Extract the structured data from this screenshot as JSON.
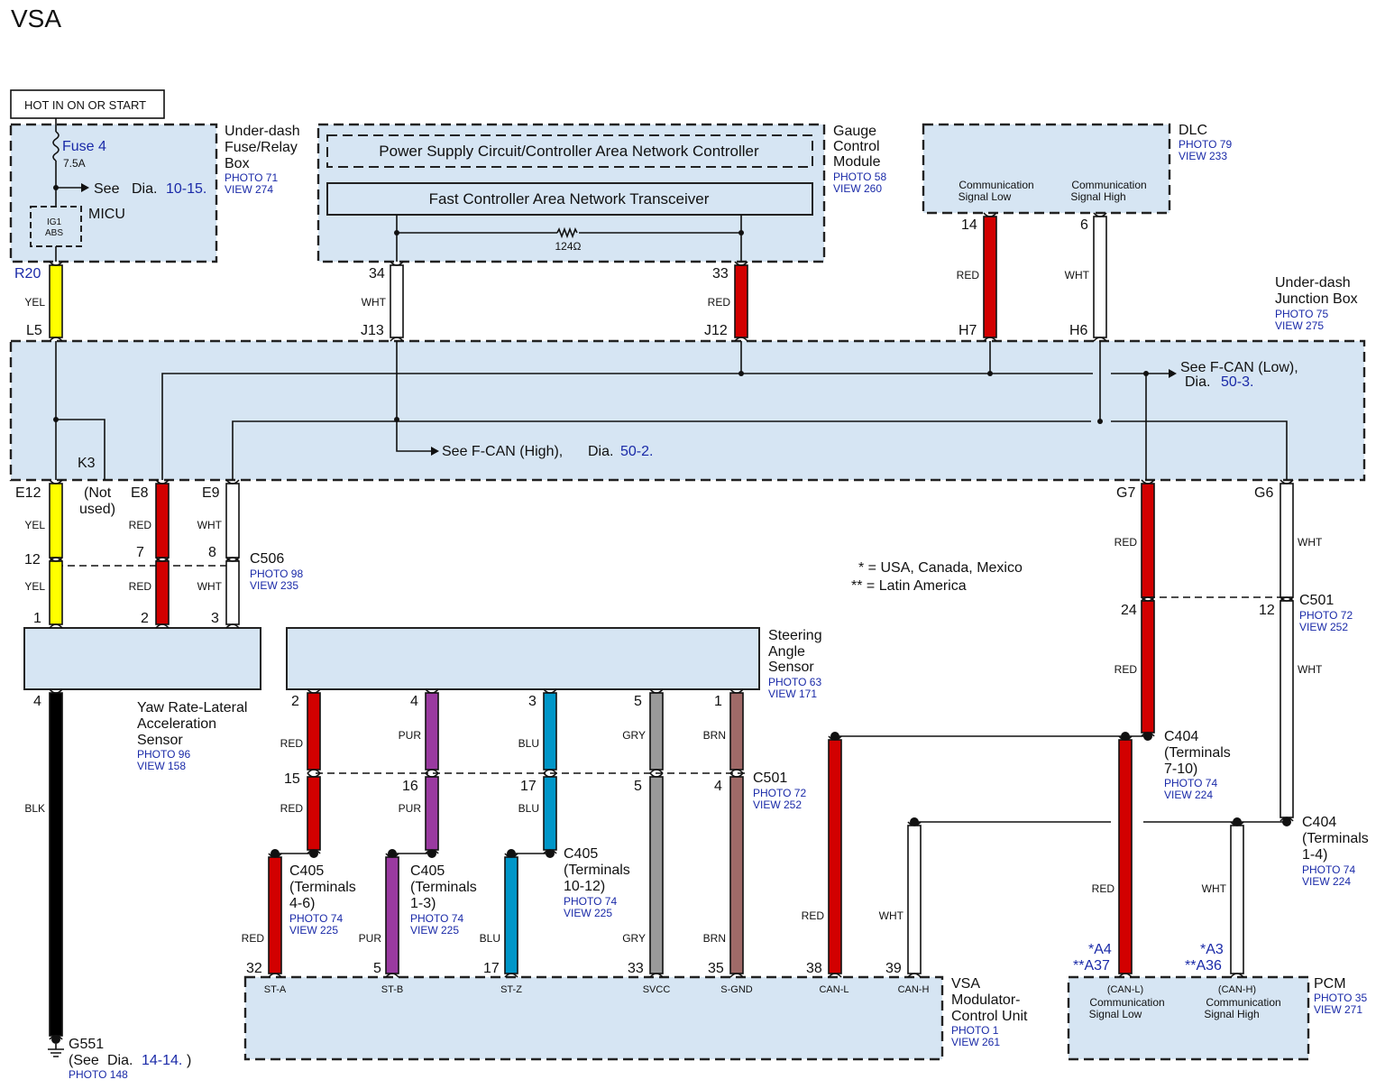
{
  "title": "VSA",
  "hot_label": "HOT IN ON OR START",
  "fuse_box": {
    "fuse": "Fuse 4",
    "amp": "7.5A",
    "see": "See",
    "dia_word": "Dia.",
    "dia_ref": "10-15.",
    "micu": "MICU",
    "ig1": "IG1",
    "abs": "ABS",
    "name1": "Under-dash",
    "name2": "Fuse/Relay",
    "name3": "Box",
    "photo": "PHOTO 71",
    "view": "VIEW 274"
  },
  "gauge": {
    "psc": "Power Supply Circuit/Controller Area Network Controller",
    "fcan": "Fast Controller Area Network Transceiver",
    "resistor": "124Ω",
    "name1": "Gauge",
    "name2": "Control",
    "name3": "Module",
    "photo": "PHOTO 58",
    "view": "VIEW 260"
  },
  "dlc": {
    "name": "DLC",
    "photo": "PHOTO 79",
    "view": "VIEW 233",
    "low1": "Communication",
    "low2": "Signal Low",
    "high1": "Communication",
    "high2": "Signal High"
  },
  "junction": {
    "name1": "Under-dash",
    "name2": "Junction Box",
    "photo": "PHOTO 75",
    "view": "VIEW 275",
    "fcan_low1": "See F-CAN (Low),",
    "fcan_low_dia": "Dia.",
    "fcan_low_ref": "50-3.",
    "fcan_high": "See F-CAN (High),",
    "fcan_high_dia": "Dia.",
    "fcan_high_ref": "50-2.",
    "not_used1": "(Not",
    "not_used2": "used)"
  },
  "yaw": {
    "name1": "Yaw Rate-Lateral",
    "name2": "Acceleration",
    "name3": "Sensor",
    "photo": "PHOTO 96",
    "view": "VIEW 158"
  },
  "steering": {
    "name1": "Steering",
    "name2": "Angle",
    "name3": "Sensor",
    "photo": "PHOTO 63",
    "view": "VIEW 171"
  },
  "vsa": {
    "name1": "VSA",
    "name2": "Modulator-",
    "name3": "Control Unit",
    "photo": "PHOTO 1",
    "view": "VIEW 261"
  },
  "pcm": {
    "name": "PCM",
    "photo": "PHOTO 35",
    "view": "VIEW 271",
    "canl": "(CAN-L)",
    "canh": "(CAN-H)",
    "low1": "Communication",
    "low2": "Signal Low",
    "high1": "Communication",
    "high2": "Signal High"
  },
  "ground": {
    "name": "G551",
    "see": "(See",
    "dia_word": "Dia.",
    "dia_ref": "14-14.",
    "close": ")",
    "photo": "PHOTO 148"
  },
  "legend": {
    "star": "* = USA, Canada, Mexico",
    "dstar": "** = Latin America"
  },
  "connectors": [
    {
      "id": "c506",
      "name": "C506",
      "photo": "PHOTO 98",
      "view": "VIEW 235"
    },
    {
      "id": "c501a",
      "name": "C501",
      "photo": "PHOTO 72",
      "view": "VIEW 252"
    },
    {
      "id": "c501b",
      "name": "C501",
      "photo": "PHOTO 72",
      "view": "VIEW 252"
    },
    {
      "id": "c404a",
      "name": "C404",
      "sub1": "(Terminals",
      "sub2": "7-10)",
      "photo": "PHOTO 74",
      "view": "VIEW 224"
    },
    {
      "id": "c404b",
      "name": "C404",
      "sub1": "(Terminals",
      "sub2": "1-4)",
      "photo": "PHOTO 74",
      "view": "VIEW 224"
    },
    {
      "id": "c405a",
      "name": "C405",
      "sub1": "(Terminals",
      "sub2": "4-6)",
      "photo": "PHOTO 74",
      "view": "VIEW 225"
    },
    {
      "id": "c405b",
      "name": "C405",
      "sub1": "(Terminals",
      "sub2": "1-3)",
      "photo": "PHOTO 74",
      "view": "VIEW 225"
    },
    {
      "id": "c405c",
      "name": "C405",
      "sub1": "(Terminals",
      "sub2": "10-12)",
      "photo": "PHOTO 74",
      "view": "VIEW 225"
    }
  ],
  "pins": {
    "R20": "R20",
    "L5": "L5",
    "p34": "34",
    "J13": "J13",
    "p33": "33",
    "J12": "J12",
    "p14": "14",
    "H7": "H7",
    "p6": "6",
    "H6": "H6",
    "E12": "E12",
    "K3": "K3",
    "E8": "E8",
    "E9": "E9",
    "G7": "G7",
    "G6": "G6",
    "y12": "12",
    "y7": "7",
    "y8": "8",
    "y1": "1",
    "y2": "2",
    "y3": "3",
    "y4": "4",
    "p24": "24",
    "p12b": "12",
    "s2": "2",
    "s4": "4",
    "s3": "3",
    "s5": "5",
    "s1": "1",
    "m15": "15",
    "m16": "16",
    "m17": "17",
    "m5": "5",
    "m4": "4",
    "v32": "32",
    "v5": "5",
    "v17": "17",
    "v33": "33",
    "v35": "35",
    "v38": "38",
    "v39": "39",
    "a4": "*A4",
    "a37": "**A37",
    "a3": "*A3",
    "a36": "**A36"
  },
  "terminals": {
    "sta": "ST-A",
    "stb": "ST-B",
    "stz": "ST-Z",
    "svcc": "SVCC",
    "sgnd": "S-GND",
    "canl": "CAN-L",
    "canh": "CAN-H"
  },
  "wire_colors": {
    "YEL": "YEL",
    "RED": "RED",
    "WHT": "WHT",
    "BLK": "BLK",
    "PUR": "PUR",
    "BLU": "BLU",
    "GRY": "GRY",
    "BRN": "BRN"
  },
  "colors": {
    "yellow": "#ffff00",
    "red": "#d20000",
    "white": "#ffffff",
    "black": "#000000",
    "purple": "#9a3aa0",
    "blue": "#0096c8",
    "gray": "#9a9a9a",
    "brown": "#a06a68",
    "box": "#d6e5f3",
    "link": "#1a2aa8"
  }
}
